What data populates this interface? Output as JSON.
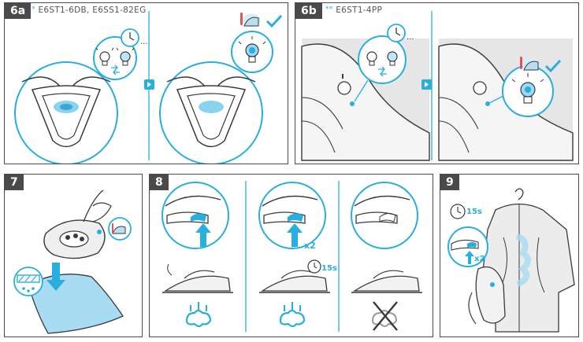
{
  "colors": {
    "accent": "#29aee0",
    "line": "#3a3a3a",
    "border": "#4a4a4a",
    "grey": "#e6e6e6"
  },
  "steps": {
    "s6a": {
      "tag": "6a",
      "models_star": "*",
      "models": "E6ST1-6DB, E6SS1-82EG"
    },
    "s6b": {
      "tag": "6b",
      "models_star": "**",
      "models": "E6ST1-4PP"
    },
    "s7": {
      "tag": "7"
    },
    "s8": {
      "tag": "8",
      "times_label": "x2",
      "seconds_label": "15s"
    },
    "s9": {
      "tag": "9",
      "seconds_label": "15s",
      "times_label": "x2"
    }
  },
  "icons": [
    "clock-icon",
    "lightbulb-icon",
    "temperature-steam-icon",
    "checkmark-icon",
    "arrow-right-icon",
    "steam-burst-icon",
    "fabric-care-icon",
    "no-steam-icon",
    "arrow-up-icon",
    "arrow-down-icon"
  ]
}
